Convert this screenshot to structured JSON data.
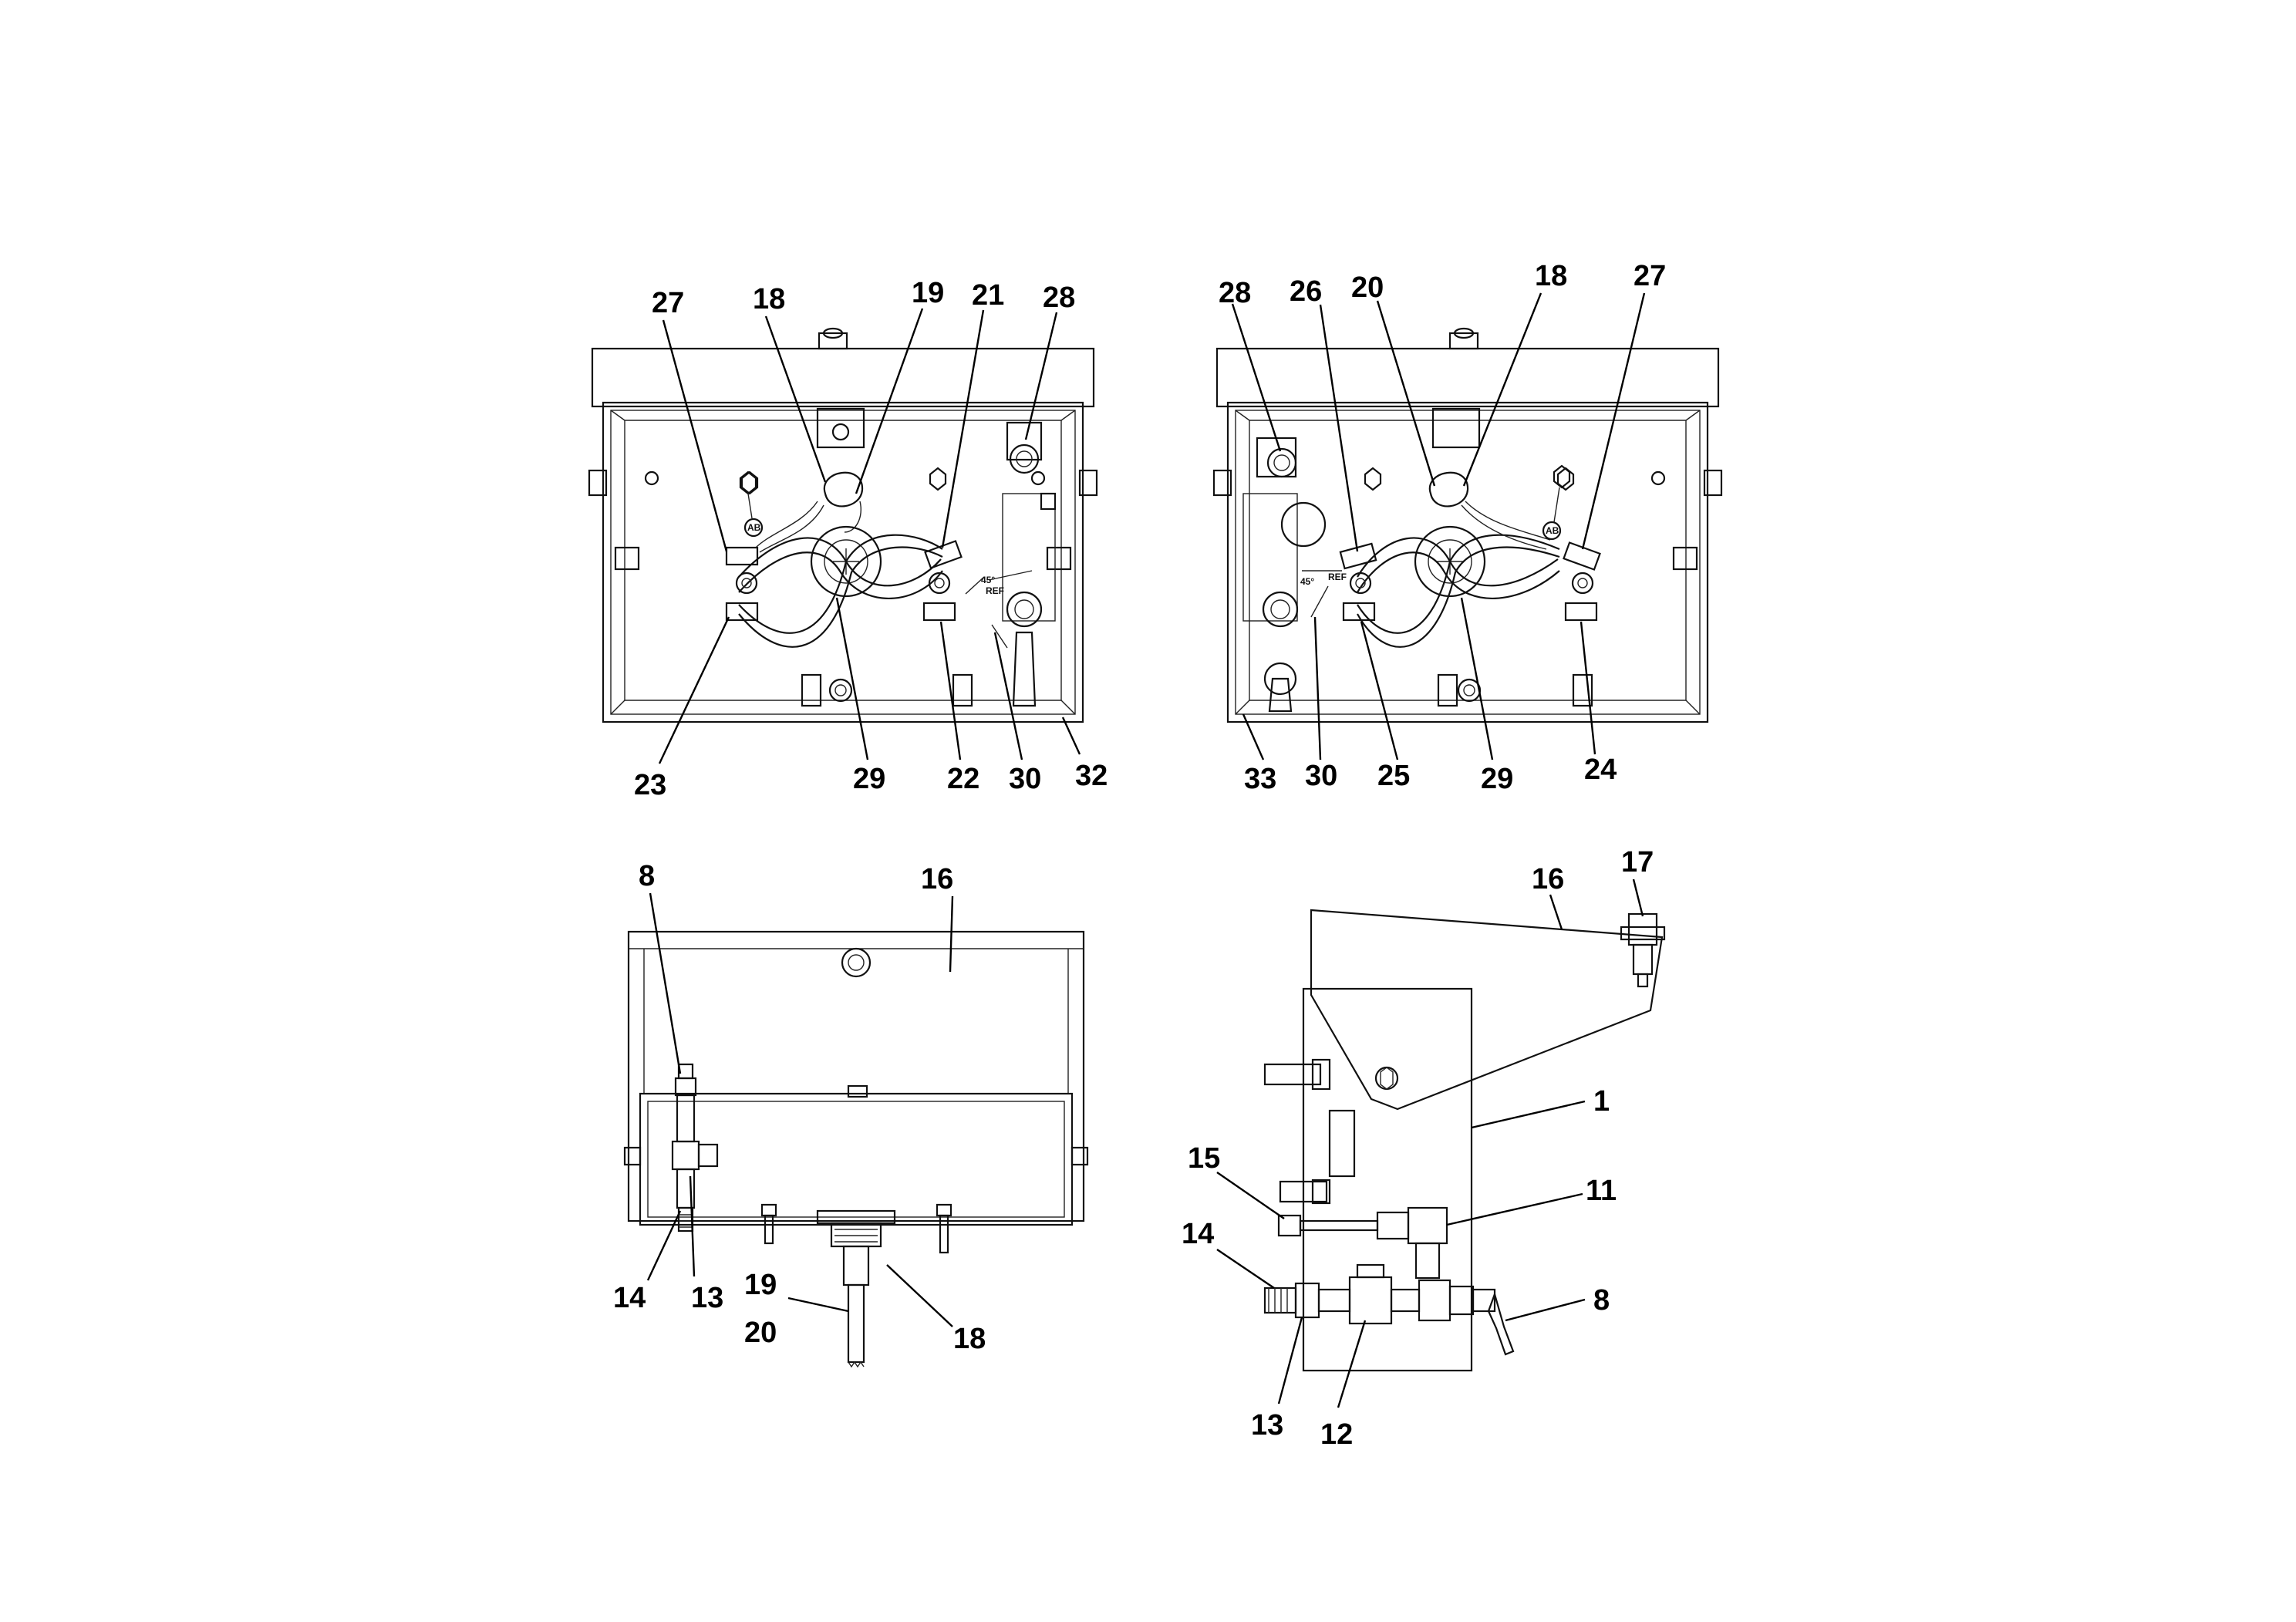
{
  "views": {
    "top_left": {
      "callouts": [
        "27",
        "18",
        "19",
        "21",
        "28",
        "23",
        "29",
        "22",
        "30",
        "32"
      ],
      "marks": {
        "ab": "AB",
        "angle": "45°",
        "ref": "REF"
      }
    },
    "top_right": {
      "callouts": [
        "28",
        "26",
        "20",
        "18",
        "27",
        "33",
        "30",
        "25",
        "29",
        "24"
      ],
      "marks": {
        "ab": "AB",
        "angle": "45°",
        "ref": "REF"
      }
    },
    "bottom_left": {
      "callouts": [
        "8",
        "16",
        "14",
        "13",
        "19",
        "20",
        "18"
      ]
    },
    "bottom_right": {
      "callouts": [
        "17",
        "16",
        "1",
        "15",
        "11",
        "14",
        "8",
        "13",
        "12"
      ]
    }
  }
}
